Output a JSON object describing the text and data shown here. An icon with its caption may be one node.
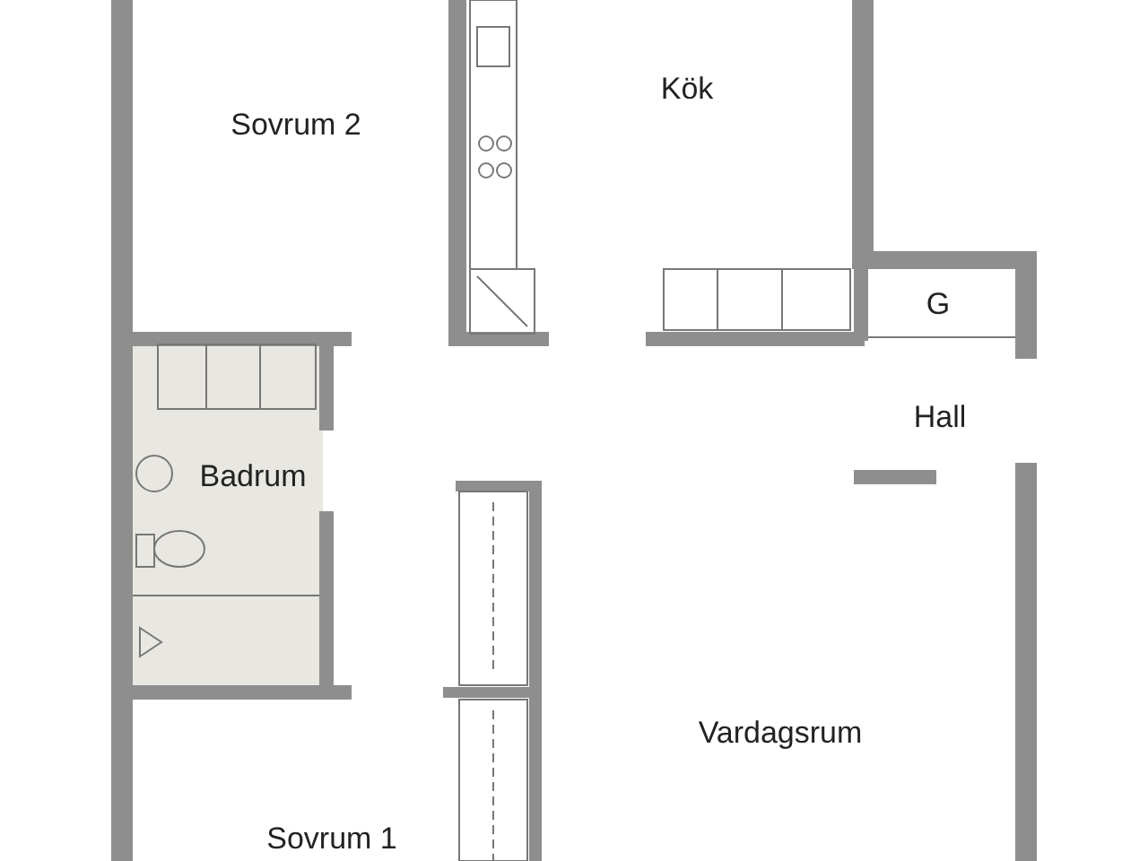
{
  "diagram": {
    "labels": [
      "Sovrum 2",
      "Kök",
      "G",
      "Hall",
      "Badrum",
      "Vardagsrum",
      "Sovrum 1"
    ]
  }
}
